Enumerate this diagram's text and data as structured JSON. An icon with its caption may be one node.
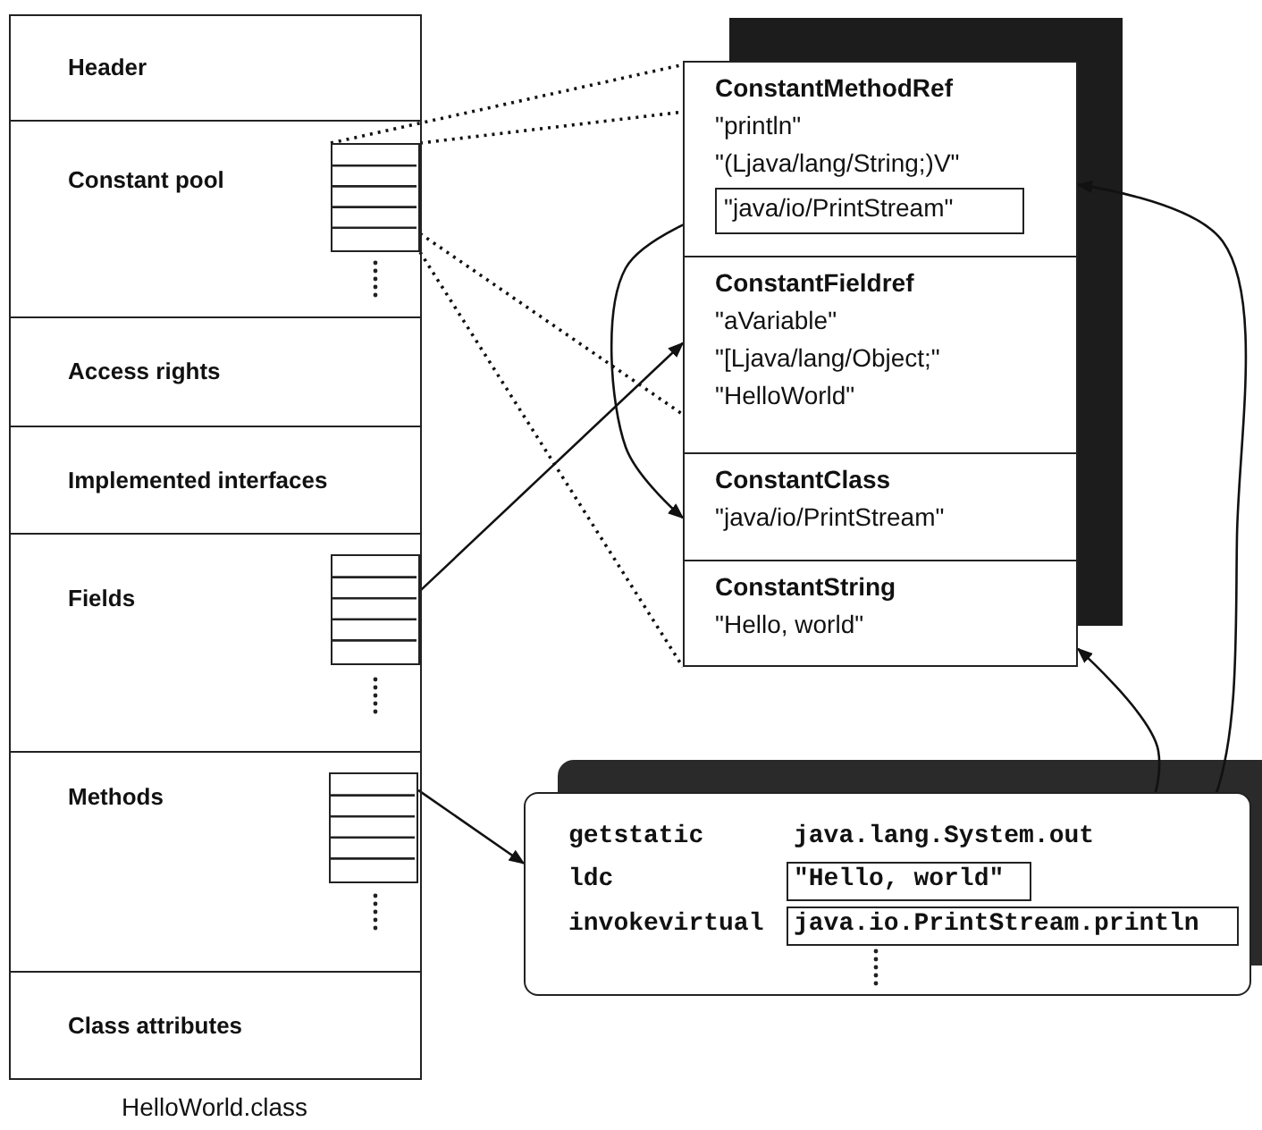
{
  "diagram": {
    "nodes": [
      {
        "text": [
          "Header"
        ]
      },
      {
        "text": [
          "Constant pool"
        ]
      },
      {
        "text": [
          "Access rights"
        ]
      },
      {
        "text": [
          "Implemented interfaces"
        ]
      },
      {
        "text": [
          "Fields"
        ]
      },
      {
        "text": [
          "Methods"
        ]
      },
      {
        "text": [
          "Class attributes"
        ]
      },
      {
        "text": [],
        "shape": "table",
        "in": 1
      },
      {
        "text": [],
        "shape": "table",
        "in": 4
      },
      {
        "text": [],
        "shape": "table",
        "in": 5
      },
      {
        "text": [
          "ConstantMethodRef",
          "\"println\"",
          "\"(Ljava/lang/String;)V\""
        ]
      },
      {
        "text": [
          "\"java/io/PrintStream\""
        ],
        "in": 10
      },
      {
        "text": [
          "ConstantFieldref",
          "\"aVariable\"",
          "\"[Ljava/lang/Object;\"",
          "\"HelloWorld\""
        ]
      },
      {
        "text": [
          "ConstantClass",
          "\"java/io/PrintStream\""
        ]
      },
      {
        "text": [
          "ConstantString",
          "\"Hello, world\""
        ]
      },
      {
        "text": [
          "getstatic",
          "java.lang.System.out",
          "ldc",
          "invokevirtual"
        ]
      },
      {
        "text": [
          "\"Hello, world\""
        ],
        "in": 15
      },
      {
        "text": [
          "java.io.PrintStream.println"
        ],
        "in": 15
      }
    ],
    "edges": [
      {
        "from": 7,
        "to": 10,
        "arrow": "none",
        "style": "dashed"
      },
      {
        "from": 7,
        "to": 10,
        "arrow": "none",
        "style": "dashed"
      },
      {
        "from": 7,
        "to": 12,
        "arrow": "none",
        "style": "dashed"
      },
      {
        "from": 7,
        "to": 14,
        "arrow": "none",
        "style": "dashed"
      },
      {
        "from": 8,
        "to": 12,
        "arrow": "to"
      },
      {
        "from": 11,
        "to": 13,
        "arrow": "to"
      },
      {
        "from": 9,
        "to": 15,
        "arrow": "to"
      },
      {
        "from": 16,
        "to": 14,
        "arrow": "to"
      },
      {
        "from": 17,
        "to": 10,
        "arrow": "to"
      }
    ],
    "labels": [
      "HelloWorld.class"
    ]
  }
}
